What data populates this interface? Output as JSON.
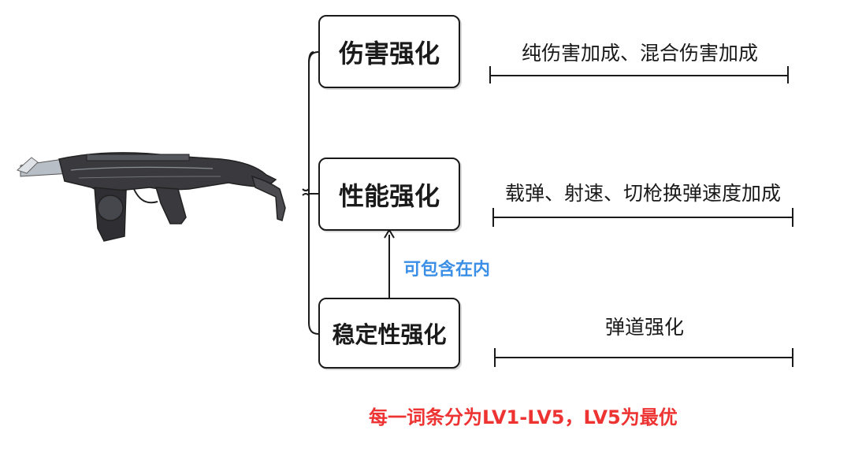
{
  "categories": [
    {
      "title": "伤害强化",
      "description": "纯伤害加成、混合伤害加成"
    },
    {
      "title": "性能强化",
      "description": "载弹、射速、切枪换弹速度加成"
    },
    {
      "title": "稳定性强化",
      "description": "弹道强化"
    }
  ],
  "notes": {
    "include": "可包含在内",
    "footer": "每一词条分为LV1-LV5，LV5为最优"
  },
  "image": {
    "name": "weapon-image",
    "subject": "smg-rifle"
  },
  "colors": {
    "stroke": "#1a1a1a",
    "note_blue": "#3b8fe6",
    "note_red": "#ee3333",
    "weapon_body": "#3a3a3e",
    "weapon_metal": "#b8bec6"
  }
}
